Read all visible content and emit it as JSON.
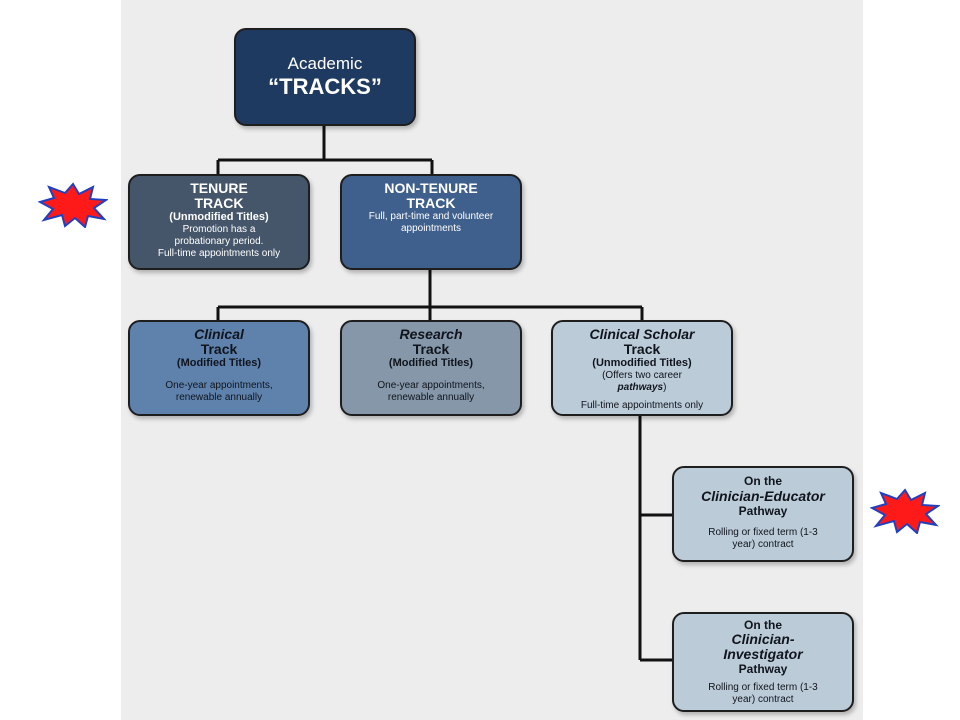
{
  "root": {
    "line1": "Academic",
    "line2": "“TRACKS”"
  },
  "tenure": {
    "title1": "TENURE",
    "title2": "TRACK",
    "subtitle": "(Unmodified Titles)",
    "desc1": "Promotion has a",
    "desc2": "probationary period.",
    "desc3": "Full-time appointments only"
  },
  "nontenure": {
    "title1": "NON-TENURE",
    "title2": "TRACK",
    "desc1": "Full, part-time and volunteer",
    "desc2": "appointments"
  },
  "clinical": {
    "title1": "Clinical",
    "title2": "Track",
    "subtitle": "(Modified Titles)",
    "desc1": "One-year appointments,",
    "desc2": "renewable annually"
  },
  "research": {
    "title1": "Research",
    "title2": "Track",
    "subtitle": "(Modified Titles)",
    "desc1": "One-year appointments,",
    "desc2": "renewable annually"
  },
  "scholar": {
    "title1": "Clinical Scholar",
    "title2": "Track",
    "subtitle": "(Unmodified Titles)",
    "note1": "(Offers two career",
    "note2": "pathways",
    "note3": ")",
    "desc": "Full-time appointments only"
  },
  "educator": {
    "line1": "On the",
    "line2": "Clinician-Educator",
    "line3": "Pathway",
    "desc1": "Rolling or fixed term (1-3",
    "desc2": "year) contract"
  },
  "investigator": {
    "line1": "On the",
    "line2": "Clinician-",
    "line3": "Investigator",
    "line4": "Pathway",
    "desc1": "Rolling or fixed term (1-3",
    "desc2": "year) contract"
  },
  "colors": {
    "root": "#1f3a60",
    "tenure": "#45566a",
    "nontenure": "#3f5f8c",
    "clinical": "#5f82ad",
    "research": "#8597a8",
    "scholar": "#bccbd8",
    "star_fill": "#ff1a1a",
    "star_stroke": "#2040c0"
  },
  "icons": {
    "highlight_marker": "red-burst-star-icon"
  }
}
